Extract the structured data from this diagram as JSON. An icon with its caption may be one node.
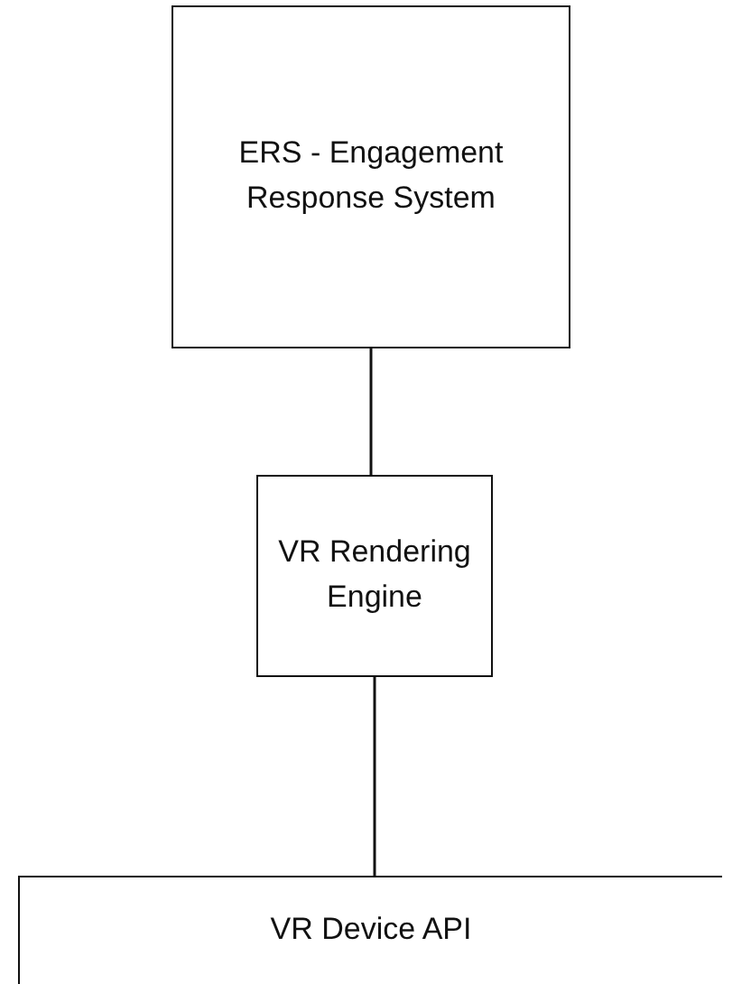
{
  "diagram": {
    "nodes": [
      {
        "text": [
          "ERS - Engagement Response System"
        ]
      },
      {
        "text": [
          "VR Rendering Engine"
        ]
      },
      {
        "text": [
          "VR Device API"
        ]
      }
    ],
    "edges": [
      {
        "from": 0,
        "to": 1,
        "arrow": "none"
      },
      {
        "from": 1,
        "to": 2,
        "arrow": "none"
      }
    ]
  }
}
